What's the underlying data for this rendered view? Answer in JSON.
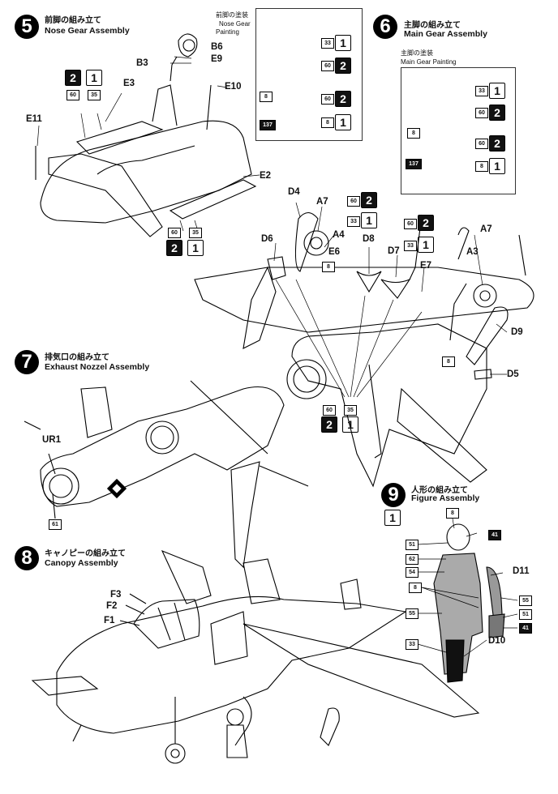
{
  "step5": {
    "num": "5",
    "title_jp": "前脚の組み立て",
    "title_en": "Nose Gear Assembly",
    "painting_jp": "前脚の塗装",
    "painting_en_1": "Nose Gear",
    "painting_en_2": "Painting"
  },
  "step6": {
    "num": "6",
    "title_jp": "主脚の組み立て",
    "title_en": "Main Gear Assembly",
    "painting_jp": "主脚の塗装",
    "painting_en": "Main Gear Painting"
  },
  "step7": {
    "num": "7",
    "title_jp": "排気口の組み立て",
    "title_en": "Exhaust Nozzel Assembly"
  },
  "step8": {
    "num": "8",
    "title_jp": "キャノピーの組み立て",
    "title_en": "Canopy Assembly"
  },
  "step9": {
    "num": "9",
    "title_jp": "人形の組み立て",
    "title_en": "Figure Assembly"
  },
  "parts": {
    "b6": "B6",
    "b3": "B3",
    "e9": "E9",
    "e10": "E10",
    "e3": "E3",
    "e11": "E11",
    "e2": "E2",
    "d4": "D4",
    "a7a": "A7",
    "a4": "A4",
    "d6": "D6",
    "d8": "D8",
    "d7": "D7",
    "e6": "E6",
    "e7": "E7",
    "a7b": "A7",
    "a3": "A3",
    "d9": "D9",
    "d5": "D5",
    "ur1": "UR1",
    "f3": "F3",
    "f2": "F2",
    "f1": "F1",
    "d11": "D11",
    "d10": "D10"
  },
  "colors": {
    "c8": "8",
    "c33": "33",
    "c35": "35",
    "c41": "41",
    "c51": "51",
    "c54": "54",
    "c55": "55",
    "c60": "60",
    "c61": "61",
    "c62": "62",
    "c137": "137"
  },
  "badges": {
    "one": "1",
    "two": "2"
  }
}
